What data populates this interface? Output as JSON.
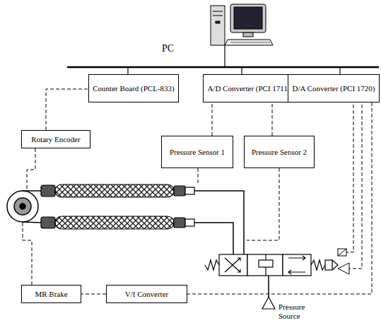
{
  "diagram": {
    "nodes": [
      {
        "text": [
          "Counter Board (PCL-833)"
        ]
      },
      {
        "text": [
          "A/D Converter (PCI 1711)"
        ]
      },
      {
        "text": [
          "D/A Converter (PCI 1720)"
        ]
      },
      {
        "text": [
          "Rotary Encoder"
        ]
      },
      {
        "text": [
          "Pressure Sensor 1"
        ]
      },
      {
        "text": [
          "Pressure Sensor 2"
        ]
      },
      {
        "text": [
          "MR Brake"
        ]
      },
      {
        "text": [
          "V/I Converter"
        ]
      }
    ],
    "edges": [
      {
        "from": 3,
        "to": 0,
        "arrow": "none"
      },
      {
        "from": 4,
        "to": 1,
        "arrow": "none"
      },
      {
        "from": 5,
        "to": 1,
        "arrow": "none"
      },
      {
        "from": 2,
        "to": 7,
        "arrow": "none"
      },
      {
        "from": 7,
        "to": 6,
        "arrow": "none"
      }
    ],
    "labels": [
      "PC",
      "Pressure Source"
    ]
  }
}
